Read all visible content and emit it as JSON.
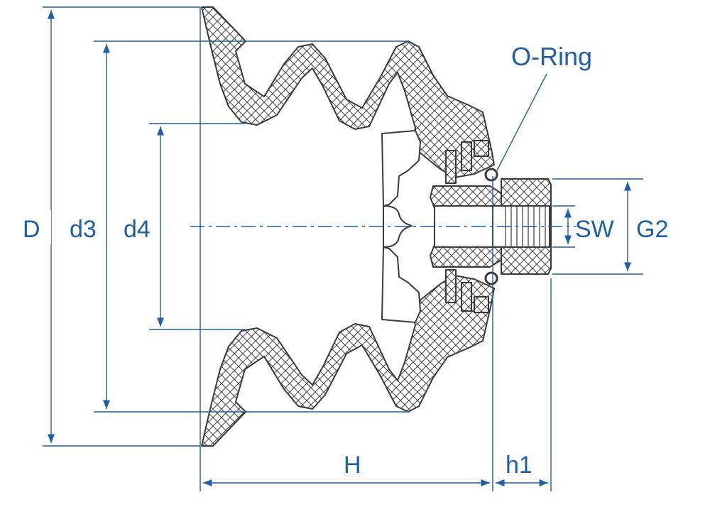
{
  "labels": {
    "D": "D",
    "d3": "d3",
    "d4": "d4",
    "SW": "SW",
    "G2": "G2",
    "H": "H",
    "h1": "h1",
    "oring": "O-Ring"
  },
  "colors": {
    "dimension": "#1f5fa8",
    "outline": "#3a3a3a",
    "hatch": "#4a4a4a",
    "fill": "#ffffff"
  }
}
